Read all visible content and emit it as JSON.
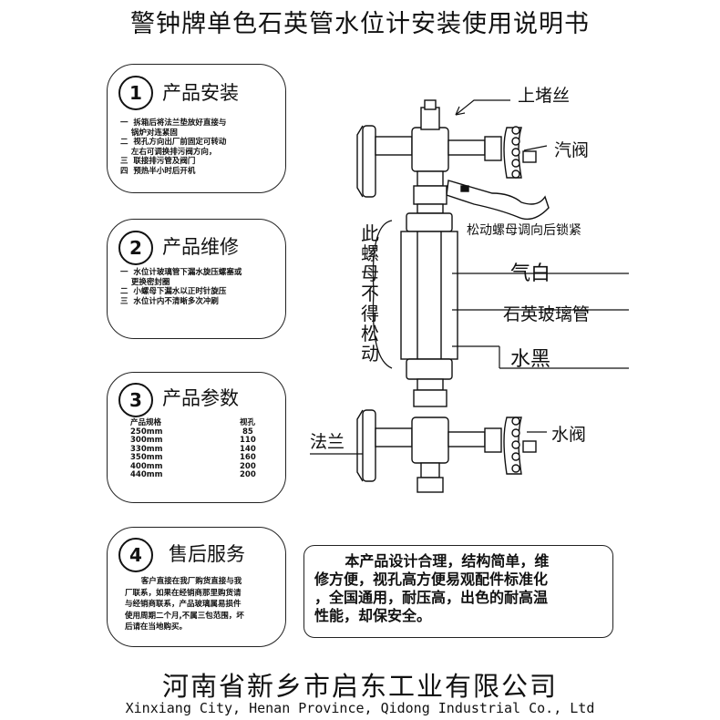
{
  "title": "警钟牌单色石英管水位计安装使用说明书",
  "sections": {
    "install": {
      "num": "1",
      "heading": "产品安装",
      "text": "一  拆箱后将法兰垫放好直接与\n    锅炉对连紧固\n二  视孔方向出厂前固定可转动\n    左右可调换排污阀方向，\n三  联接排污管及阀门\n四  预热半小时后开机"
    },
    "repair": {
      "num": "2",
      "heading": "产品维修",
      "text": "一  水位计玻璃管下漏水旋压螺塞或\n    更换密封圈\n二  小螺母下漏水以正时针旋压\n三  水位计内不清晰多次冲刷"
    },
    "params": {
      "num": "3",
      "heading": "产品参数",
      "col1": "产品规格",
      "col2": "视孔",
      "rows": [
        [
          "250mm",
          "85"
        ],
        [
          "300mm",
          "110"
        ],
        [
          "330mm",
          "140"
        ],
        [
          "350mm",
          "160"
        ],
        [
          "400mm",
          "200"
        ],
        [
          "440mm",
          "200"
        ]
      ]
    },
    "service": {
      "num": "4",
      "heading": "售后服务",
      "text": "      客户直接在我厂购货直接与我\n厂联系，如果在经销商那里购货请\n与经销商联系，产品玻璃属易损件\n使用周期二个月,不属三包范围，坏\n后请在当地购买。"
    }
  },
  "labels": {
    "plug": "上堵丝",
    "steam_valve": "汽阀",
    "nut_note": "松动螺母调向后锁紧",
    "air": "气白",
    "quartz": "石英玻璃管",
    "water": "水黑",
    "flange": "法兰",
    "water_valve": "水阀",
    "vertical_note": [
      "此",
      "螺",
      "母",
      "不",
      "得",
      "松",
      "动"
    ]
  },
  "summary": "      本产品设计合理，结构简单，维\n修方便，视孔高方便易观配件标准化\n，全国通用，耐压高，出色的耐高温\n性能，却保安全。",
  "company": "河南省新乡市启东工业有限公司",
  "company_en": "Xinxiang City, Henan Province, Qidong Industrial Co., Ltd"
}
